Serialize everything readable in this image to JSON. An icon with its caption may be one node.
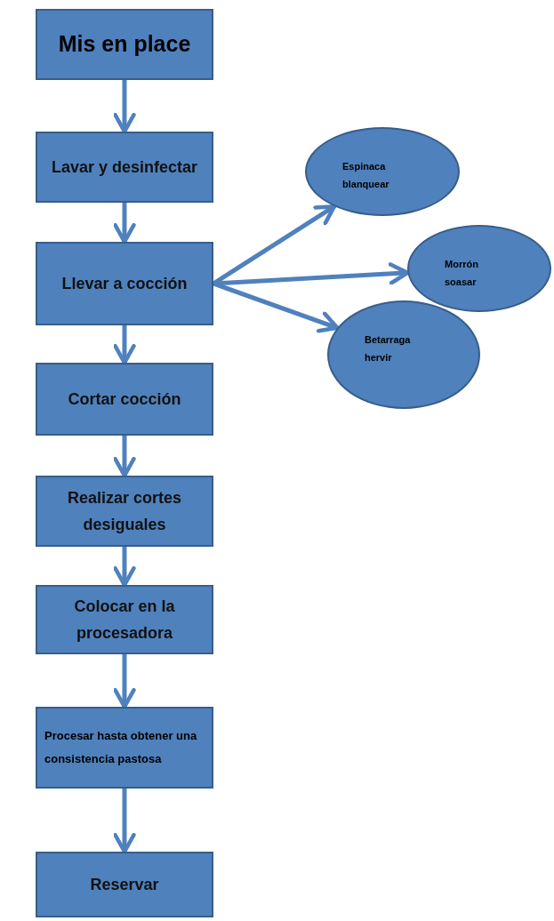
{
  "diagram": {
    "nodes": [
      {
        "text": [
          "Mis en place"
        ]
      },
      {
        "text": [
          "Lavar y desinfectar"
        ]
      },
      {
        "text": [
          "Llevar a cocción"
        ]
      },
      {
        "text": [
          "Cortar cocción"
        ]
      },
      {
        "text": [
          "Realizar cortes desiguales"
        ]
      },
      {
        "text": [
          "Colocar en la procesadora"
        ]
      },
      {
        "text": [
          "Procesar hasta obtener una consistencia pastosa"
        ]
      },
      {
        "text": [
          "Reservar"
        ]
      },
      {
        "text": [
          "Espinaca blanquear"
        ]
      },
      {
        "text": [
          "Morrón soasar"
        ]
      },
      {
        "text": [
          "Betarraga hervir"
        ]
      }
    ],
    "edges": [
      {
        "from": 0,
        "to": 1,
        "arrow": "to"
      },
      {
        "from": 1,
        "to": 2,
        "arrow": "to"
      },
      {
        "from": 2,
        "to": 3,
        "arrow": "to"
      },
      {
        "from": 3,
        "to": 4,
        "arrow": "to"
      },
      {
        "from": 4,
        "to": 5,
        "arrow": "to"
      },
      {
        "from": 5,
        "to": 6,
        "arrow": "to"
      },
      {
        "from": 6,
        "to": 7,
        "arrow": "to"
      },
      {
        "from": 2,
        "to": 8,
        "arrow": "to"
      },
      {
        "from": 2,
        "to": 9,
        "arrow": "to"
      },
      {
        "from": 2,
        "to": 10,
        "arrow": "to"
      }
    ]
  }
}
